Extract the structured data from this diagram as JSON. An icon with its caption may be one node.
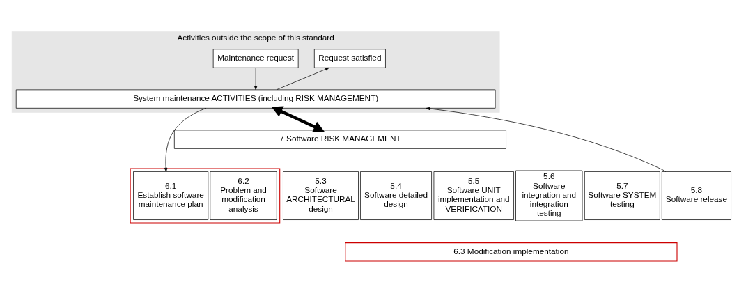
{
  "diagram": {
    "nodes": [
      {
        "text": [
          "Activities outside the scope of this standard"
        ]
      },
      {
        "text": [
          "Maintenance request"
        ],
        "in": 0
      },
      {
        "text": [
          "Request satisfied"
        ],
        "in": 0
      },
      {
        "text": [
          "System maintenance ACTIVITIES (including RISK MANAGEMENT)"
        ],
        "in": 0
      },
      {
        "text": [
          "7 Software RISK MANAGEMENT"
        ]
      },
      {
        "text": [],
        "shape": "box"
      },
      {
        "text": [
          "6.1",
          "Establish software maintenance plan"
        ],
        "in": 5
      },
      {
        "text": [
          "6.2",
          "Problem and modification analysis"
        ],
        "in": 5
      },
      {
        "text": [
          "5.3",
          "Software ARCHITECTURAL design"
        ]
      },
      {
        "text": [
          "5.4",
          "Software detailed design"
        ]
      },
      {
        "text": [
          "5.5",
          "Software UNIT implementation and VERIFICATION"
        ]
      },
      {
        "text": [
          "5.6",
          "Software integration and integration testing"
        ]
      },
      {
        "text": [
          "5.7",
          "Software SYSTEM testing"
        ]
      },
      {
        "text": [
          "5.8",
          "Software release"
        ]
      },
      {
        "text": [
          "6.3 Modification implementation"
        ]
      }
    ],
    "edges": [
      {
        "from": 1,
        "to": 3,
        "arrow": "to"
      },
      {
        "from": 3,
        "to": 2,
        "arrow": "to"
      },
      {
        "from": 3,
        "to": 4,
        "arrow": "both",
        "style": "thick"
      },
      {
        "from": 3,
        "to": 6,
        "arrow": "to"
      },
      {
        "from": 13,
        "to": 3,
        "arrow": "to"
      }
    ]
  }
}
